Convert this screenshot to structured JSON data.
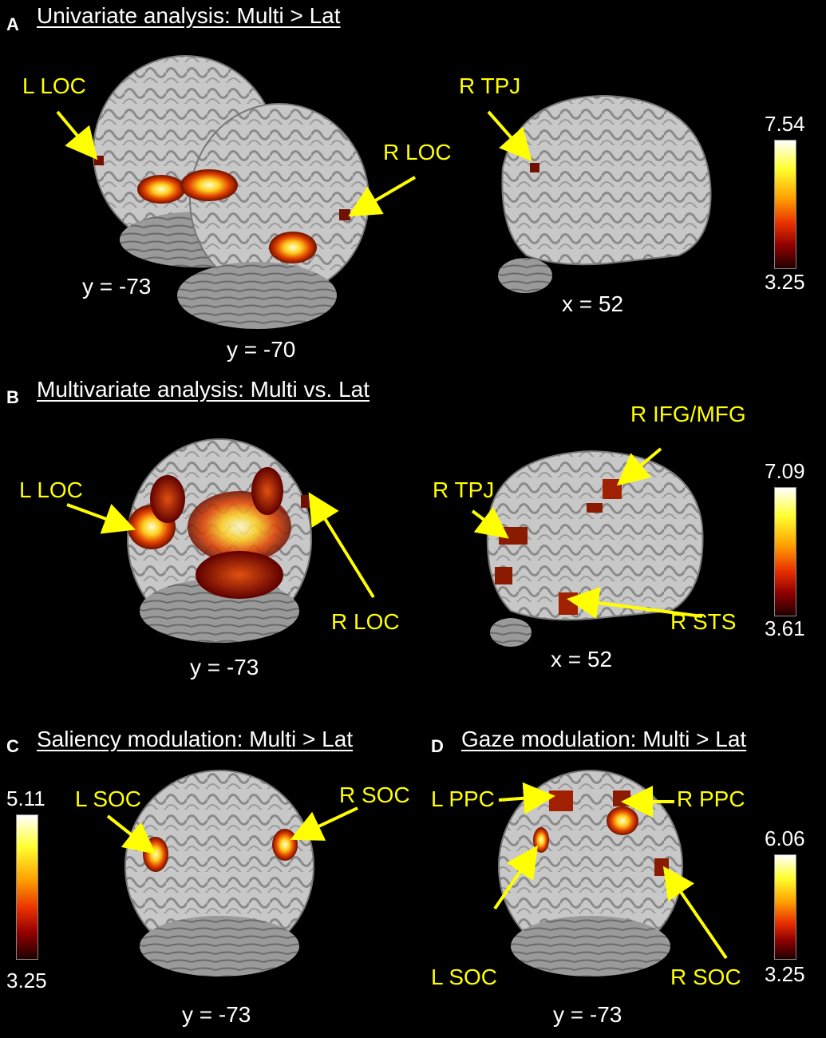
{
  "panels": {
    "A": {
      "letter": "A",
      "title": "Univariate analysis: Multi > Lat",
      "regions": [
        "L LOC",
        "R LOC",
        "R TPJ"
      ],
      "coords": [
        "y = -73",
        "y = -70",
        "x = 52"
      ],
      "colorbar": {
        "max": "7.54",
        "min": "3.25"
      }
    },
    "B": {
      "letter": "B",
      "title": "Multivariate analysis: Multi vs. Lat",
      "regions": [
        "L LOC",
        "R LOC",
        "R TPJ",
        "R IFG/MFG",
        "R STS"
      ],
      "coords": [
        "y = -73",
        "x = 52"
      ],
      "colorbar": {
        "max": "7.09",
        "min": "3.61"
      }
    },
    "C": {
      "letter": "C",
      "title": "Saliency modulation: Multi > Lat",
      "regions": [
        "L SOC",
        "R SOC"
      ],
      "coords": [
        "y = -73"
      ],
      "colorbar": {
        "max": "5.11",
        "min": "3.25"
      }
    },
    "D": {
      "letter": "D",
      "title": "Gaze modulation: Multi > Lat",
      "regions": [
        "L PPC",
        "R PPC",
        "L SOC",
        "R SOC"
      ],
      "coords": [
        "y = -73"
      ],
      "colorbar": {
        "max": "6.06",
        "min": "3.25"
      }
    }
  },
  "colors": {
    "label": "#ffff00",
    "text": "#ffffff",
    "background": "#000000"
  }
}
